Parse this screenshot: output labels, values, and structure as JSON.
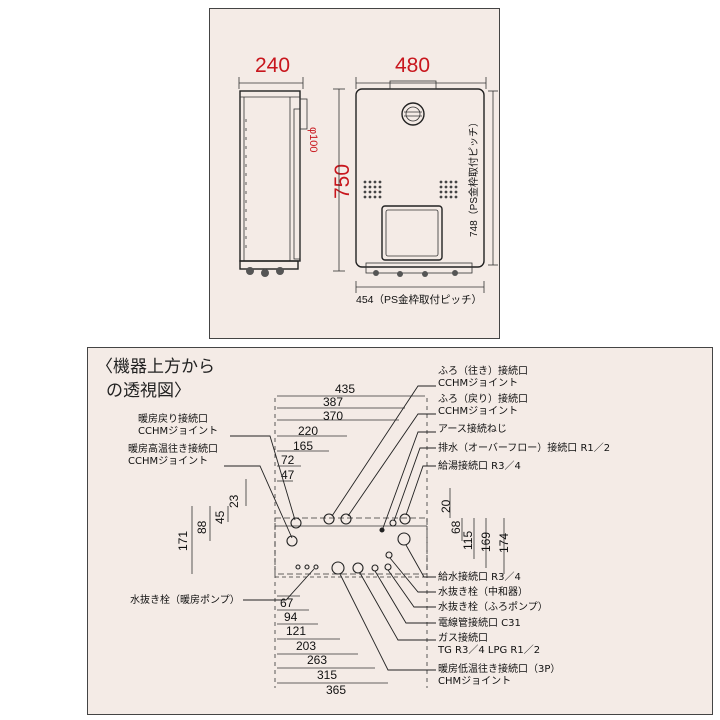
{
  "top_view": {
    "side_width": "240",
    "front_width": "480",
    "height": "750",
    "duct": "φ100",
    "ps_pitch_width": "454（PS金枠取付ピッチ）",
    "ps_pitch_height": "748（PS金枠取付ピッチ）"
  },
  "bottom_view": {
    "title_line1": "〈機器上方から",
    "title_line2": "の透視図〉",
    "dims_top": [
      "435",
      "387",
      "370",
      "220",
      "165",
      "72",
      "47"
    ],
    "dims_left": [
      "23",
      "45",
      "88",
      "171"
    ],
    "dims_right": [
      "20",
      "68",
      "115",
      "169",
      "174"
    ],
    "dims_bottom": [
      "67",
      "94",
      "121",
      "203",
      "263",
      "315",
      "365"
    ],
    "labels_left": [
      {
        "line1": "暖房戻り接続口",
        "line2": "CCHMジョイント"
      },
      {
        "line1": "暖房高温往き接続口",
        "line2": "CCHMジョイント"
      },
      {
        "line1": "水抜き栓（暖房ポンプ）",
        "line2": ""
      }
    ],
    "labels_right": [
      {
        "line1": "ふろ（往き）接続口",
        "line2": "CCHMジョイント"
      },
      {
        "line1": "ふろ（戻り）接続口",
        "line2": "CCHMジョイント"
      },
      {
        "line1": "アース接続ねじ",
        "line2": ""
      },
      {
        "line1": "排水（オーバーフロー）接続口 R1／2",
        "line2": ""
      },
      {
        "line1": "給湯接続口 R3／4",
        "line2": ""
      },
      {
        "line1": "給水接続口 R3／4",
        "line2": ""
      },
      {
        "line1": "水抜き栓（中和器）",
        "line2": ""
      },
      {
        "line1": "水抜き栓（ふろポンプ）",
        "line2": ""
      },
      {
        "line1": "電線管接続口 C31",
        "line2": ""
      },
      {
        "line1": "ガス接続口",
        "line2": "TG R3／4 LPG R1／2"
      },
      {
        "line1": "暖房低温往き接続口（3P）",
        "line2": "CHMジョイント"
      }
    ]
  }
}
